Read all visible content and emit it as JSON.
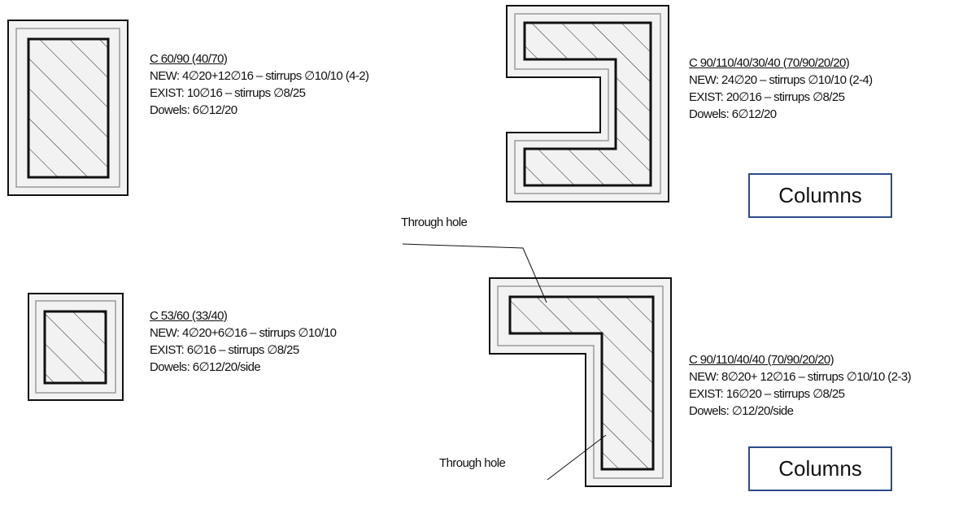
{
  "sections": [
    {
      "title": "C 60/90 (40/70)",
      "new": "NEW:  4∅20+12∅16 – stirrups ∅10/10 (4-2)",
      "exist": "EXIST: 10∅16 – stirrups ∅8/25",
      "dowels": "Dowels: 6∅12/20"
    },
    {
      "title": "C 53/60 (33/40)",
      "new": "NEW:  4∅20+6∅16 – stirrups ∅10/10",
      "exist": "EXIST: 6∅16 – stirrups ∅8/25",
      "dowels": "Dowels: 6∅12/20/side"
    },
    {
      "title": "C 90/110/40/30/40 (70/90/20/20)",
      "new": "NEW:  24∅20 – stirrups ∅10/10 (2-4)",
      "exist": "EXIST: 20∅16 – stirrups ∅8/25",
      "dowels": "Dowels: 6∅12/20"
    },
    {
      "title": "C 90/110/40/40 (70/90/20/20)",
      "new": "NEW:  8∅20+ 12∅16 – stirrups ∅10/10 (2-3)",
      "exist": "EXIST: 16∅20 – stirrups ∅8/25",
      "dowels": "Dowels: ∅12/20/side"
    }
  ],
  "annotations": {
    "through_hole_1": "Through hole",
    "through_hole_2": "Through hole"
  },
  "buttons": {
    "columns_1": "Columns",
    "columns_2": "Columns"
  },
  "colors": {
    "button_border": "#2e4a8a",
    "concrete": "#f2f2f2"
  }
}
